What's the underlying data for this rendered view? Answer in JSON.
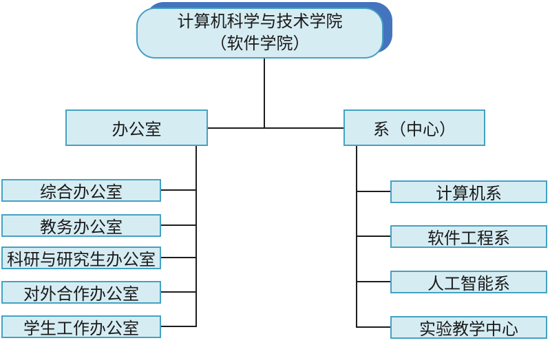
{
  "org": {
    "root": {
      "line1": "计算机科学与技术学院",
      "line2": "（软件学院）"
    },
    "branches": [
      {
        "label": "办公室",
        "children": [
          "综合办公室",
          "教务办公室",
          "科研与研究生办公室",
          "对外合作办公室",
          "学生工作办公室"
        ]
      },
      {
        "label": "系（中心）",
        "children": [
          "计算机系",
          "软件工程系",
          "人工智能系",
          "实验教学中心"
        ]
      }
    ]
  },
  "colors": {
    "bg": "#ffffff",
    "box-fill": "#d6ecf3",
    "box-border": "#44a1c2",
    "shadow": "#4374bd",
    "line": "#1c1c1c",
    "text": "#1a1a1a"
  }
}
